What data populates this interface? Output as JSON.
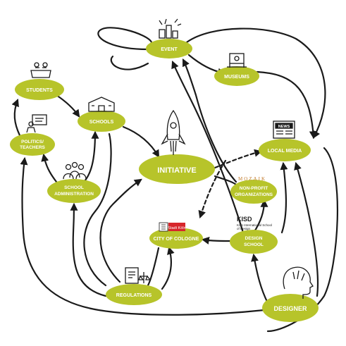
{
  "colors": {
    "node_fill": "#b7c42a",
    "line": "#1a1a1a",
    "label": "#ffffff",
    "badge_red": "#d7262b"
  },
  "nodes": {
    "event": "EVENT",
    "museums": "MUSEUMS",
    "students": "STUDENTS",
    "schools": "SCHOOLS",
    "politics_teachers_1": "POLITICS/",
    "politics_teachers_2": "TEACHERS",
    "local_media": "LOCAL MEDIA",
    "initiative": "INITIATIVE",
    "school_admin_1": "SCHOOL",
    "school_admin_2": "ADMINISTRATION",
    "non_profit_1": "NON-PROFIT",
    "non_profit_2": "ORGANIZATIONS",
    "city_of_cologne": "CITY OF COLOGNE",
    "design_school_1": "DESIGN",
    "design_school_2": "SCHOOL",
    "regulations": "REGULATIONS",
    "designer": "DESIGNER"
  },
  "annotations": {
    "kisd": "KISD",
    "kisd_sub_1": "Köln International School",
    "kisd_sub_2": "of Design",
    "stadt_koeln": "Stadt Köln",
    "news": "NEWS",
    "mozaik": "MOZAIK"
  },
  "icons": [
    "rocket-icon",
    "fireworks-icon",
    "museum-icon",
    "podium-icon",
    "school-building-icon",
    "teacher-board-icon",
    "group-people-icon",
    "newspaper-icon",
    "stadt-koeln-logo",
    "mozaik-logo",
    "document-scales-icon",
    "head-tools-icon"
  ]
}
